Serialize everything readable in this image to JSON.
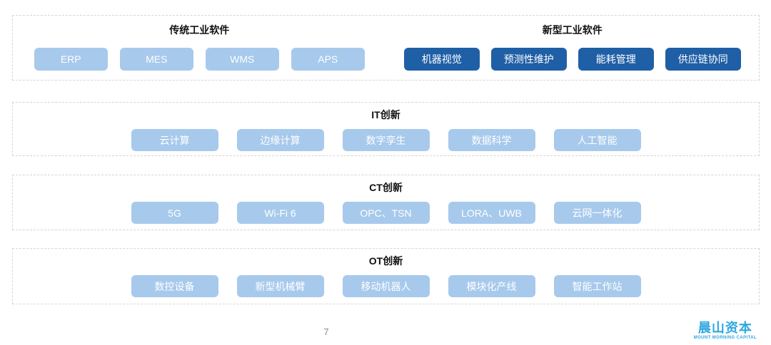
{
  "colors": {
    "chip_light_blue": "#A7C9EC",
    "chip_dark_blue": "#1F5FA6",
    "dashed_border": "#D5D5D5",
    "logo_blue": "#2EA7DF",
    "page_number_gray": "#8A8A8A"
  },
  "software_row": {
    "traditional": {
      "title": "传统工业软件",
      "items": [
        "ERP",
        "MES",
        "WMS",
        "APS"
      ]
    },
    "modern": {
      "title": "新型工业软件",
      "items": [
        "机器视觉",
        "预测性维护",
        "能耗管理",
        "供应链协同"
      ]
    }
  },
  "it": {
    "title": "IT创新",
    "items": [
      "云计算",
      "边缘计算",
      "数字孪生",
      "数据科学",
      "人工智能"
    ]
  },
  "ct": {
    "title": "CT创新",
    "items": [
      "5G",
      "Wi-Fi 6",
      "OPC、TSN",
      "LORA、UWB",
      "云网一体化"
    ]
  },
  "ot": {
    "title": "OT创新",
    "items": [
      "数控设备",
      "新型机械臂",
      "移动机器人",
      "模块化产线",
      "智能工作站"
    ]
  },
  "footer": {
    "page_number": "7",
    "logo_text": "晨山资本",
    "logo_subtitle": "MOUNT MORNING CAPITAL"
  }
}
